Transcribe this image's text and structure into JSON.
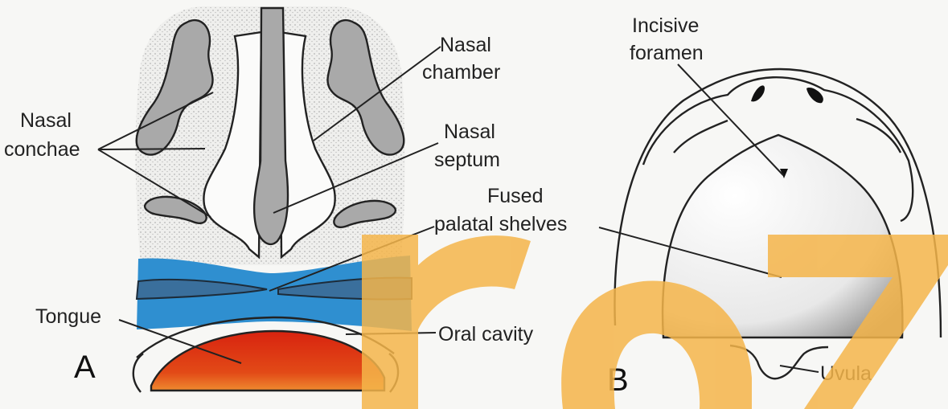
{
  "panel_a": {
    "letter": "A",
    "labels": {
      "nasal_conchae_line1": "Nasal",
      "nasal_conchae_line2": "conchae",
      "nasal_chamber_line1": "Nasal",
      "nasal_chamber_line2": "chamber",
      "nasal_septum_line1": "Nasal",
      "nasal_septum_line2": "septum",
      "fused_palatal_line1": "Fused",
      "fused_palatal_line2": "palatal shelves",
      "tongue": "Tongue",
      "oral_cavity": "Oral cavity"
    }
  },
  "panel_b": {
    "letter": "B",
    "labels": {
      "incisive_line1": "Incisive",
      "incisive_line2": "foramen",
      "uvula": "Uvula"
    }
  },
  "watermark": {
    "text": "rOZ",
    "color": "#f5b54a"
  },
  "colors": {
    "palate_blue": "#2f8fd0",
    "tongue_red": "#d8230f",
    "tissue_gray": "#a9a9a9"
  }
}
